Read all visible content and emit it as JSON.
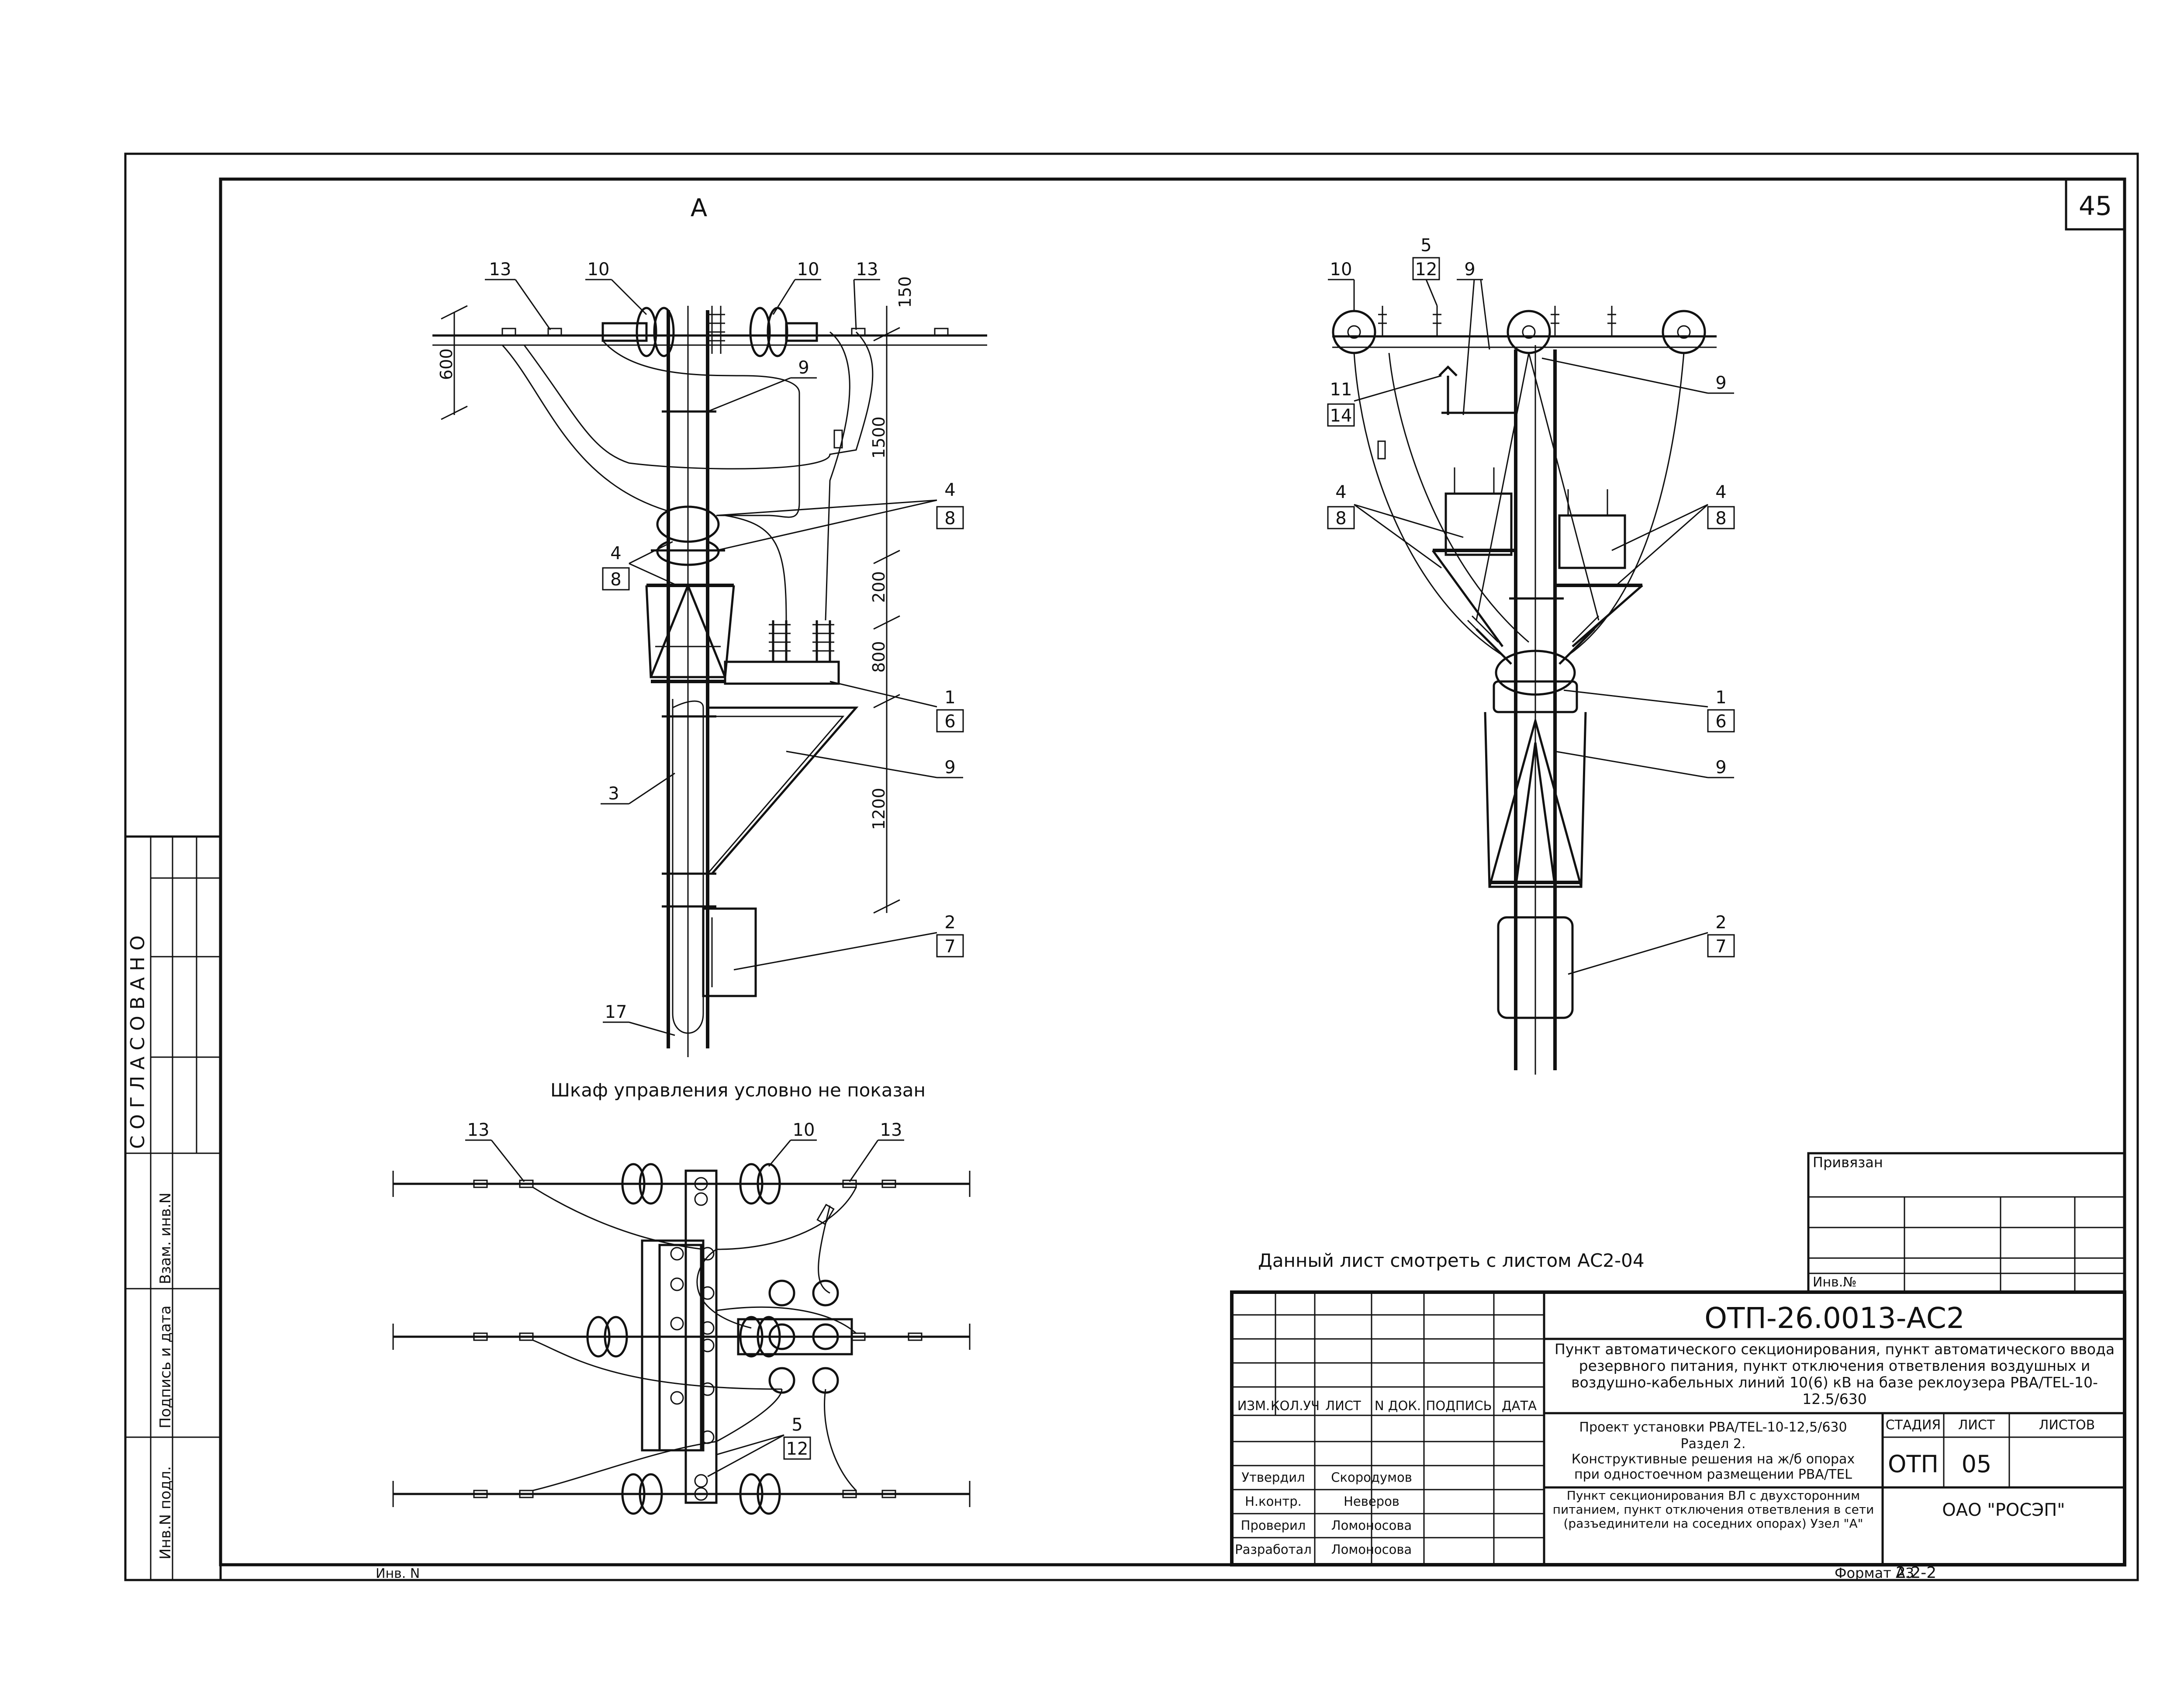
{
  "sheet": {
    "page_number": "45",
    "view_label": "A",
    "note_cabinet": "Шкаф управления условно не показан",
    "note_see_sheet": "Данный лист смотреть с листом АС2-04",
    "format_label": "Формат А3",
    "format_value": "2.2-2",
    "inv_label_bottom": "Инв. N"
  },
  "left_stamp": {
    "approved": "СОГЛАСОВАНО",
    "vzam_inv": "Взам. инв.N",
    "podpis_data": "Подпись и дата",
    "inv_podl": "Инв.N подл."
  },
  "binding_table": {
    "title": "Привязан",
    "inv": "Инв.№"
  },
  "title_block": {
    "code": "ОТП-26.0013-АС2",
    "project_title": "Пункт автоматического секционирования, пункт автоматического ввода резервного питания, пункт отключения ответвления воздушных и воздушно-кабельных линий 10(6) кВ на базе реклоузера РВА/TEL-10-12.5/630",
    "project_line1": "Проект установки РВА/TEL-10-12,5/630",
    "project_line2": "Раздел 2.",
    "project_line3": "Конструктивные решения на ж/б опорах",
    "project_line4": "при одностоечном размещении РВА/TEL",
    "sheet_desc": "Пункт секционирования ВЛ с двухсторонним питанием, пункт отключения ответвления в сети (разъединители на соседних опорах) Узел \"А\"",
    "header_stage": "СТАДИЯ",
    "header_sheet": "ЛИСТ",
    "header_sheets": "ЛИСТОВ",
    "stage": "ОТП",
    "sheet_no": "05",
    "org": "ОАО \"РОСЭП\"",
    "cols": [
      "ИЗМ.",
      "КОЛ.УЧ",
      "ЛИСТ",
      "N ДОК.",
      "ПОДПИСЬ",
      "ДАТА"
    ],
    "roles": [
      {
        "role": "Утвердил",
        "name": "Скородумов"
      },
      {
        "role": "Н.контр.",
        "name": "Неверов"
      },
      {
        "role": "Проверил",
        "name": "Ломоносова"
      },
      {
        "role": "Разработал",
        "name": "Ломоносова"
      }
    ]
  },
  "dimensions": {
    "d600": "600",
    "d150": "150",
    "d1500": "1500",
    "d200": "200",
    "d800": "800",
    "d1200": "1200"
  },
  "callouts_left": [
    "13",
    "10",
    "10",
    "13",
    "9",
    "4",
    "8",
    "4",
    "8",
    "1",
    "6",
    "3",
    "9",
    "2",
    "7",
    "17"
  ],
  "callouts_right": [
    "10",
    "5",
    "12",
    "9",
    "9",
    "11",
    "14",
    "4",
    "8",
    "4",
    "8",
    "1",
    "6",
    "9",
    "2",
    "7"
  ],
  "callouts_plan": [
    "13",
    "10",
    "13",
    "5",
    "12"
  ]
}
